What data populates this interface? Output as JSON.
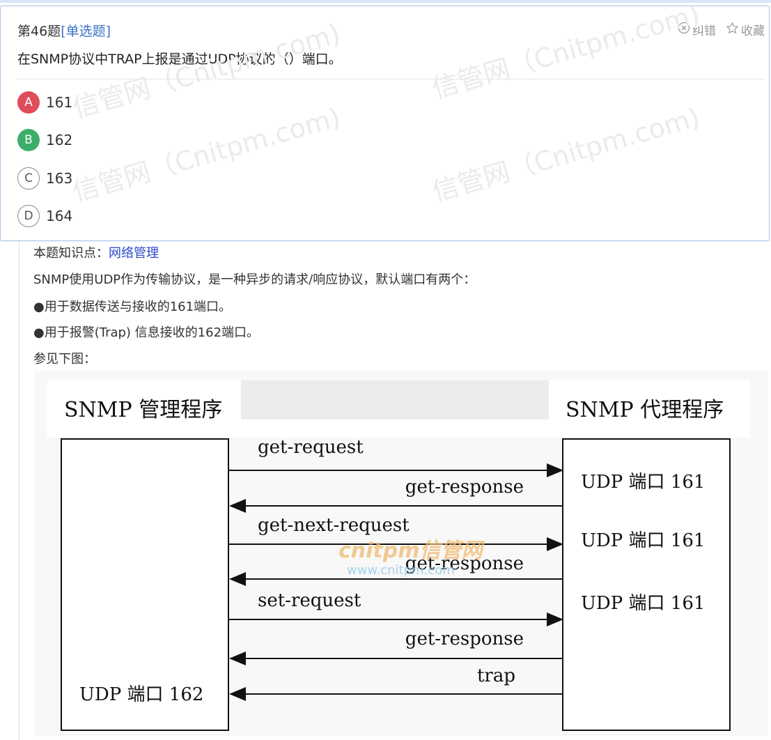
{
  "question": {
    "number_label": "第46题",
    "type_label": "[单选题]",
    "text": "在SNMP协议中TRAP上报是通过UDP协议的（）端口。",
    "actions": {
      "report_label": "纠错",
      "favorite_label": "收藏"
    },
    "options": [
      {
        "letter": "A",
        "text": "161",
        "state": "wrong"
      },
      {
        "letter": "B",
        "text": "162",
        "state": "correct"
      },
      {
        "letter": "C",
        "text": "163",
        "state": "none"
      },
      {
        "letter": "D",
        "text": "164",
        "state": "none"
      }
    ]
  },
  "watermark": "信管网（Cnitpm.com)",
  "explanation": {
    "knowledge_prefix": "本题知识点：",
    "knowledge_link": "网络管理",
    "lines": [
      "SNMP使用UDP作为传输协议，是一种异步的请求/响应协议，默认端口有两个：",
      "●用于数据传送与接收的161端口。",
      "●用于报警(Trap) 信息接收的162端口。",
      "参见下图："
    ]
  },
  "diagram": {
    "manager_title": "SNMP 管理程序",
    "agent_title": "SNMP 代理程序",
    "manager_port": "UDP 端口 162",
    "agent_ports": [
      "UDP 端口 161",
      "UDP 端口 161",
      "UDP 端口 161"
    ],
    "messages": [
      "get-request",
      "get-response",
      "get-next-request",
      "get-response",
      "set-request",
      "get-response",
      "trap"
    ],
    "logo_text": "cnitpm信管网",
    "logo_url": "www.cnitpm.com"
  },
  "colors": {
    "wrong": "#e04c5a",
    "correct": "#3cae6b",
    "link": "#2c49c9",
    "type": "#3a72c4"
  }
}
